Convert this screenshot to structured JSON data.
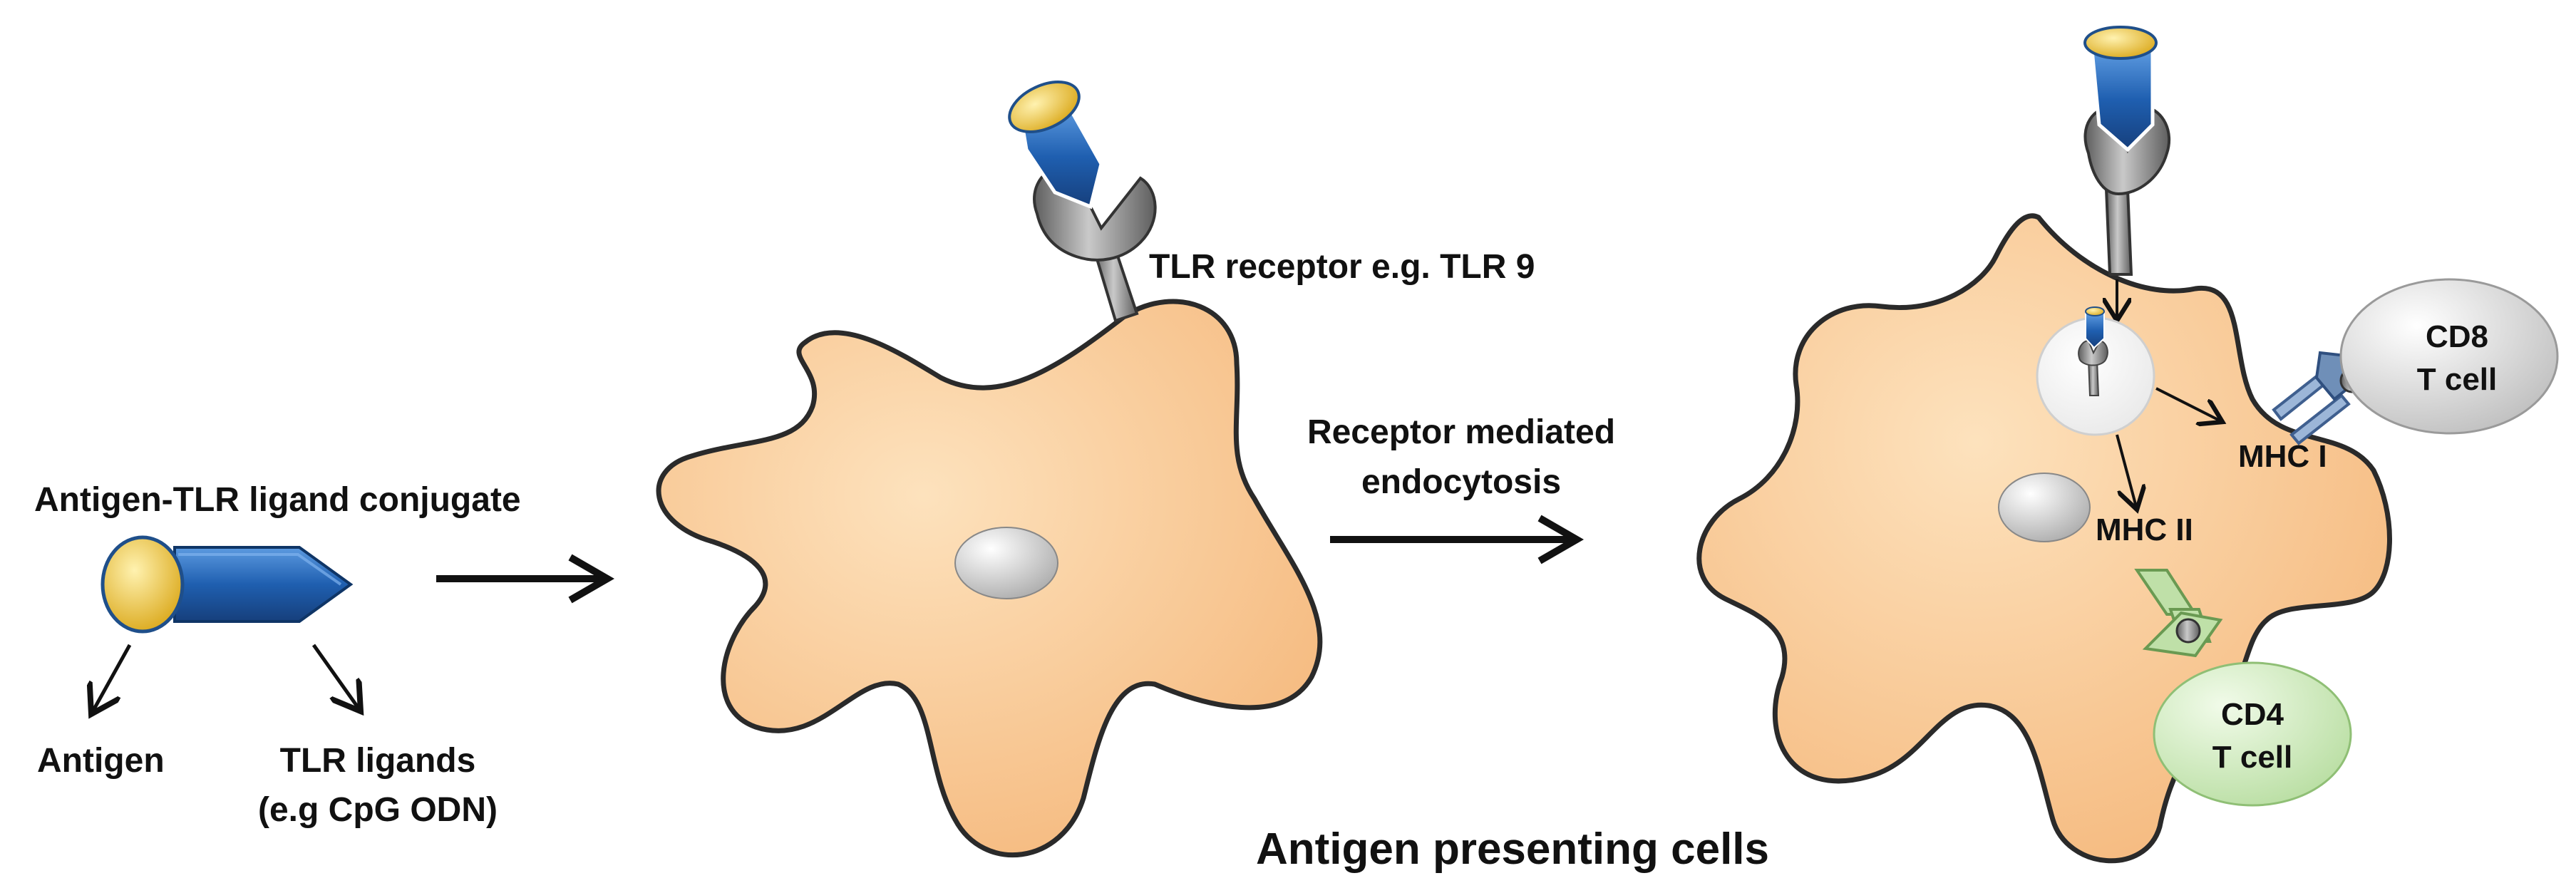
{
  "labels": {
    "conjugate": "Antigen-TLR ligand conjugate",
    "antigen": "Antigen",
    "tlr_ligands_line1": "TLR ligands",
    "tlr_ligands_line2": "(e.g CpG ODN)",
    "tlr_receptor": "TLR receptor e.g. TLR 9",
    "endocytosis_line1": "Receptor mediated",
    "endocytosis_line2": "endocytosis",
    "mhc1": "MHC I",
    "mhc2": "MHC  II",
    "cd8_line1": "CD8",
    "cd8_line2": "T cell",
    "cd4_line1": "CD4",
    "cd4_line2": "T cell",
    "caption": "Antigen presenting cells"
  },
  "colors": {
    "cell_fill": "#f8c995",
    "cell_stroke": "#2a2a2a",
    "antigen_yellow": "#f0c02a",
    "ligand_blue": "#1f5fb0",
    "receptor_gray": "#8c8c8c",
    "cd8_gray": "#d6d6d6",
    "cd4_green": "#c9e8b8",
    "mhc1_blue": "#9cb6d8",
    "mhc2_green": "#bfe0a8"
  }
}
